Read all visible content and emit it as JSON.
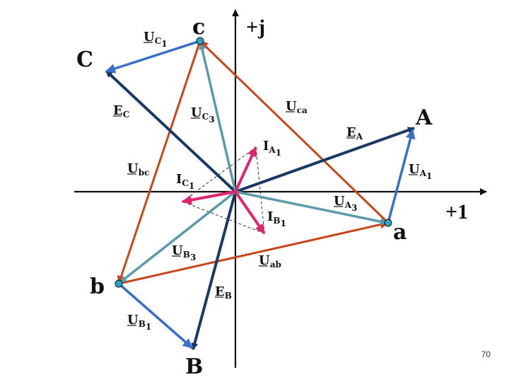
{
  "axes": {
    "imag": "+j",
    "real": "+1"
  },
  "points": {
    "a": "a",
    "b": "b",
    "c": "c",
    "A": "A",
    "B": "B",
    "C": "C"
  },
  "labels": {
    "UC1": {
      "main": "U",
      "sub": "C",
      "subsub": "1"
    },
    "EC": {
      "main": "E",
      "sub": "C"
    },
    "UC3": {
      "main": "U",
      "sub": "C",
      "subsub": "3"
    },
    "Uca": {
      "main": "U",
      "sub": "ca"
    },
    "EA": {
      "main": "E",
      "sub": "A"
    },
    "IA1": {
      "main": "I",
      "sub": "A",
      "subsub": "1"
    },
    "UA1": {
      "main": "U",
      "sub": "A",
      "subsub": "1"
    },
    "Ubc": {
      "main": "U",
      "sub": "bc"
    },
    "IC1": {
      "main": "I",
      "sub": "C",
      "subsub": "1"
    },
    "UA3": {
      "main": "U",
      "sub": "A",
      "subsub": "3"
    },
    "IB1": {
      "main": "I",
      "sub": "B",
      "subsub": "1"
    },
    "UB3": {
      "main": "U",
      "sub": "B",
      "subsub": "3"
    },
    "Uab": {
      "main": "U",
      "sub": "ab"
    },
    "EB": {
      "main": "E",
      "sub": "B"
    },
    "UB1": {
      "main": "U",
      "sub": "B",
      "subsub": "1"
    }
  },
  "colors": {
    "axis": "#111111",
    "emf": "#1a3a66",
    "phase_voltage": "#5b9aab",
    "line_voltage": "#c8461a",
    "drop": "#3a6fc8",
    "current": "#e0246e",
    "node": "#2aa6c8"
  },
  "page_number": "70"
}
